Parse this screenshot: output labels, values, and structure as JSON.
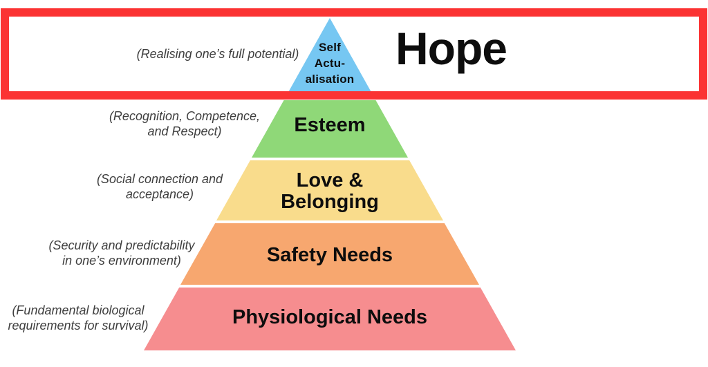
{
  "highlight": {
    "label": "Hope",
    "border_color": "#FB3333"
  },
  "pyramid": {
    "levels": [
      {
        "name": "Self Actualisation",
        "label": "Self\nActu-\nalisation",
        "annotation": "(Realising one’s full potential)",
        "color": "#76C7F2"
      },
      {
        "name": "Esteem",
        "label": "Esteem",
        "annotation": "(Recognition, Competence,\nand Respect)",
        "color": "#8FD878"
      },
      {
        "name": "Love & Belonging",
        "label": "Love &\nBelonging",
        "annotation": "(Social connection and\nacceptance)",
        "color": "#F9DC8C"
      },
      {
        "name": "Safety Needs",
        "label": "Safety Needs",
        "annotation": "(Security and predictability\nin one’s environment)",
        "color": "#F7A76F"
      },
      {
        "name": "Physiological Needs",
        "label": "Physiological Needs",
        "annotation": "(Fundamental biological\nrequirements for survival)",
        "color": "#F68D8F"
      }
    ]
  },
  "colors": {
    "background": "#FFFFFF",
    "label_text": "#0D0D0D",
    "annotation_text": "#3E3E3E"
  }
}
